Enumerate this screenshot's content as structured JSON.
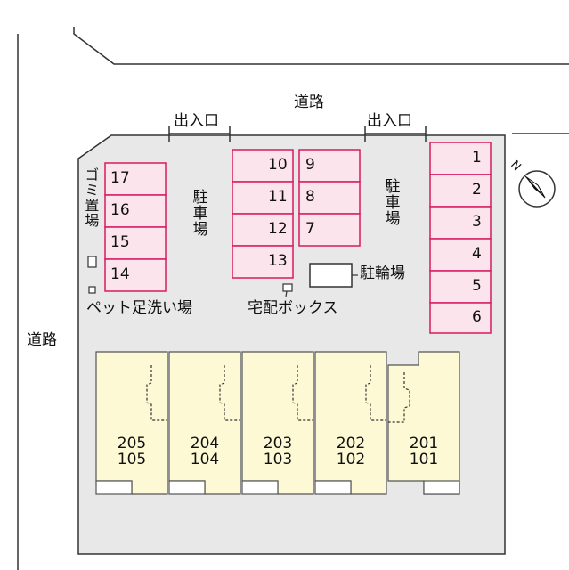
{
  "roads": {
    "north": "道路",
    "west": "道路"
  },
  "entrances": [
    "出入口",
    "出入口"
  ],
  "parking_label": "駐車場",
  "parking": {
    "left": [
      "17",
      "16",
      "15",
      "14"
    ],
    "mid_a": [
      "10",
      "11",
      "12",
      "13"
    ],
    "mid_b": [
      "9",
      "8",
      "7"
    ],
    "right": [
      "1",
      "2",
      "3",
      "4",
      "5",
      "6"
    ]
  },
  "labels": {
    "garbage": "ゴミ置場",
    "pet_wash": "ペット足洗い場",
    "delivery_box": "宅配ボックス",
    "bicycle": "駐輪場"
  },
  "units": [
    {
      "upper": "205",
      "lower": "105"
    },
    {
      "upper": "204",
      "lower": "104"
    },
    {
      "upper": "203",
      "lower": "103"
    },
    {
      "upper": "202",
      "lower": "102"
    },
    {
      "upper": "201",
      "lower": "101"
    }
  ],
  "compass": "N",
  "colors": {
    "site": "#e8e8e8",
    "parking_fill": "#fce4ec",
    "parking_stroke": "#d81b60",
    "unit_fill": "#fcf9d4"
  }
}
